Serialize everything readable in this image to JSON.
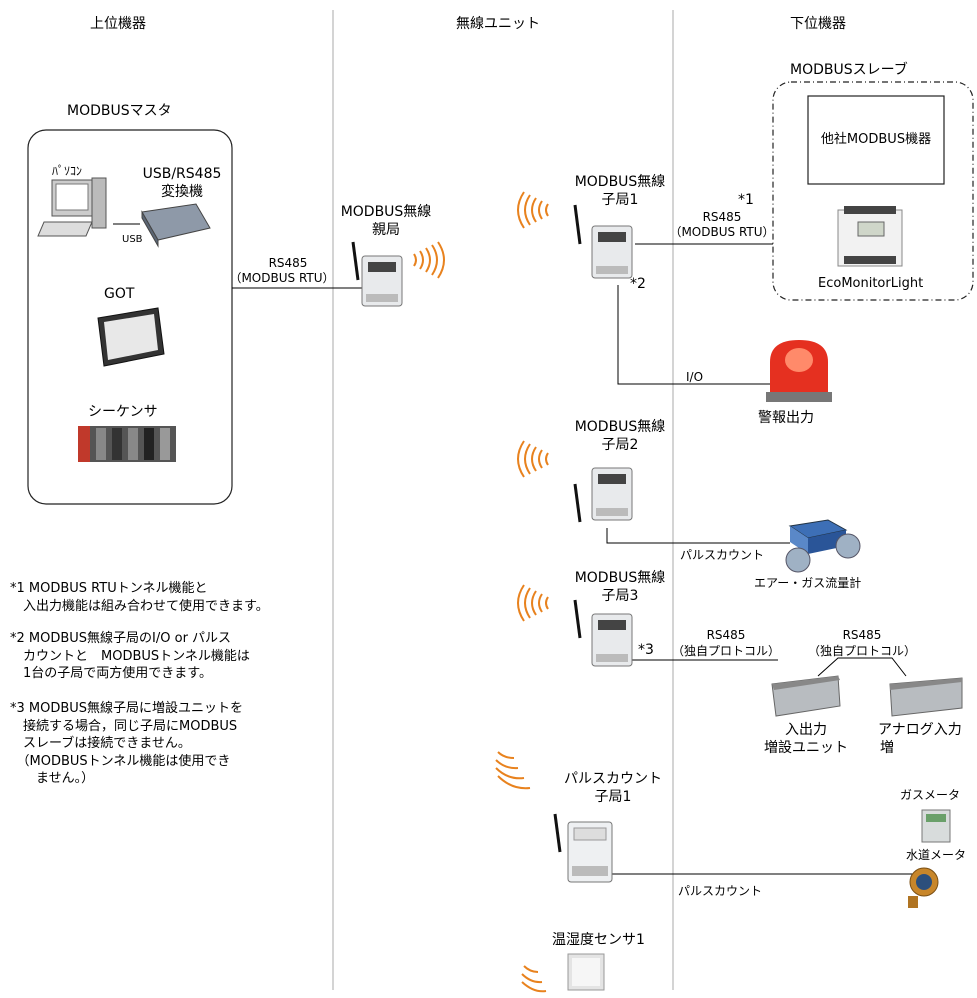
{
  "columns": {
    "upper": "上位機器",
    "wireless": "無線ユニット",
    "lower": "下位機器"
  },
  "master": {
    "title": "MODBUSマスタ",
    "pc": "ﾊﾟｿｺﾝ",
    "converter_line1": "USB/RS485",
    "converter_line2": "変換機",
    "usb": "USB",
    "got": "GOT",
    "sequencer": "シーケンサ"
  },
  "parent": {
    "line1": "MODBUS無線",
    "line2": "親局",
    "link_line1": "RS485",
    "link_line2": "（MODBUS RTU）"
  },
  "child1": {
    "line1": "MODBUS無線",
    "line2": "子局1",
    "link_line1": "RS485",
    "link_line2": "（MODBUS RTU）",
    "mark1": "*1",
    "mark2": "*2",
    "io": "I/O"
  },
  "slave": {
    "title": "MODBUSスレーブ",
    "other": "他社MODBUS機器",
    "eco": "EcoMonitorLight"
  },
  "alarm": "警報出力",
  "child2": {
    "line1": "MODBUS無線",
    "line2": "子局2",
    "pulse": "パルスカウント"
  },
  "flowmeter": "エアー・ガス流量計",
  "child3": {
    "line1": "MODBUS無線",
    "line2": "子局3",
    "mark3": "*3",
    "rs_a_1": "RS485",
    "rs_a_2": "（独自プロトコル）",
    "rs_b_1": "RS485",
    "rs_b_2": "（独自プロトコル）"
  },
  "io_unit": {
    "line1": "入出力",
    "line2": "増設ユニット"
  },
  "analog_unit": {
    "line1": "アナログ入力",
    "line2": "増"
  },
  "pulse_child": {
    "line1": "パルスカウント",
    "line2": "子局1",
    "pulse": "パルスカウント"
  },
  "gas_meter": "ガスメータ",
  "water_meter": "水道メータ",
  "humidity": "温湿度センサ1",
  "notes": [
    [
      "*1 MODBUS RTUトンネル機能と",
      "　入出力機能は組み合わせて使用できます。"
    ],
    [
      "*2 MODBUS無線子局のI/O or パルス",
      "　カウントと　MODBUSトンネル機能は",
      "　1台の子局で両方使用できます。"
    ],
    [
      "*3 MODBUS無線子局に増設ユニットを",
      "　接続する場合，同じ子局にMODBUS",
      "　スレーブは接続できません。",
      "　（MODBUSトンネル機能は使用でき",
      "　　ません。）"
    ]
  ]
}
